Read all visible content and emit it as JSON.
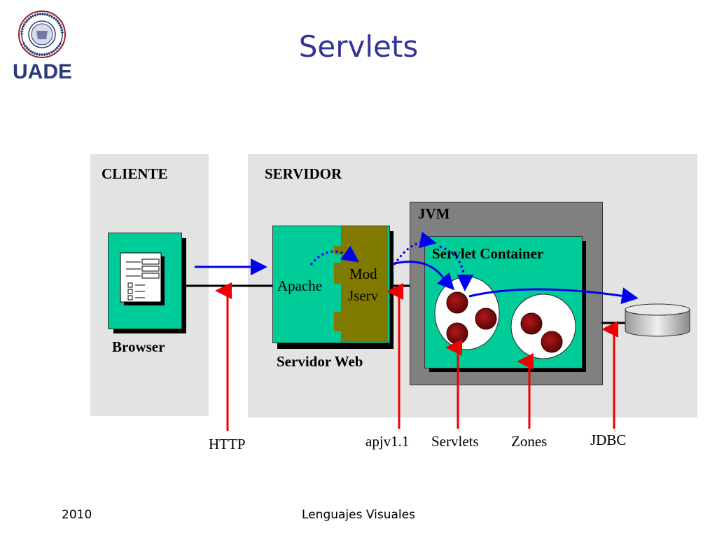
{
  "slide": {
    "title": "Servlets",
    "logo_text": "UADE",
    "logo_ring_text": "UNIVERSIDAD ARGENTINA DE LA EMPRESA",
    "footer_year": "2010",
    "footer_course": "Lenguajes Visuales"
  },
  "diagram": {
    "client_label": "CLIENTE",
    "server_label": "SERVIDOR",
    "jvm_label": "JVM",
    "container_label": "Servlet Container",
    "browser_label": "Browser",
    "apache_label": "Apache",
    "mod_label": "Mod",
    "jserv_label": "Jserv",
    "webserver_label": "Servidor Web",
    "callouts": {
      "http": "HTTP",
      "apjv": "apjv1.1",
      "servlets": "Servlets",
      "zones": "Zones",
      "jdbc": "JDBC"
    }
  },
  "colors": {
    "title": "#333399",
    "teal": "#00cc99",
    "olive": "#807a00",
    "jvm_gray": "#808080",
    "panel": "#e3e3e3",
    "arrow_blue": "#0000ee",
    "callout_red": "#ee0000",
    "servlet_ball": "#7a0a0a"
  }
}
